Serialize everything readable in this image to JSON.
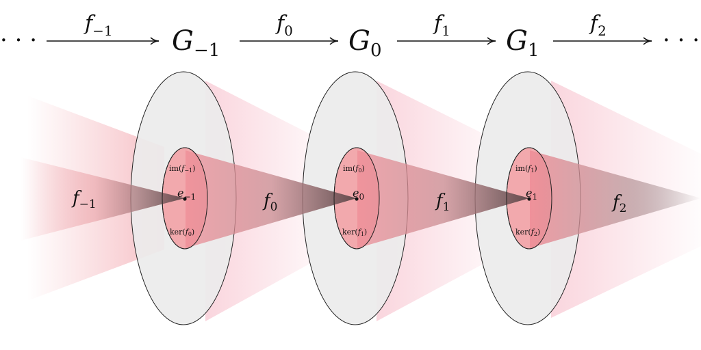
{
  "top_row": {
    "ellipsis_left": "· · ·",
    "ellipsis_right": "· · ·",
    "groups": [
      {
        "base": "G",
        "sub": "−1"
      },
      {
        "base": "G",
        "sub": "0"
      },
      {
        "base": "G",
        "sub": "1"
      }
    ],
    "arrows": [
      {
        "base": "f",
        "sub": "−1"
      },
      {
        "base": "f",
        "sub": "0"
      },
      {
        "base": "f",
        "sub": "1"
      },
      {
        "base": "f",
        "sub": "2"
      }
    ]
  },
  "cones": [
    {
      "base": "f",
      "sub": "−1"
    },
    {
      "base": "f",
      "sub": "0"
    },
    {
      "base": "f",
      "sub": "1"
    },
    {
      "base": "f",
      "sub": "2"
    }
  ],
  "group_ellipses": [
    {
      "identity": {
        "base": "e",
        "sub": "−1"
      },
      "image": {
        "prefix": "im(",
        "base": "f",
        "sub": "−1",
        "suffix": ")"
      },
      "kernel": {
        "prefix": "ker(",
        "base": "f",
        "sub": "0",
        "suffix": ")"
      }
    },
    {
      "identity": {
        "base": "e",
        "sub": "0"
      },
      "image": {
        "prefix": "im(",
        "base": "f",
        "sub": "0",
        "suffix": ")"
      },
      "kernel": {
        "prefix": "ker(",
        "base": "f",
        "sub": "1",
        "suffix": ")"
      }
    },
    {
      "identity": {
        "base": "e",
        "sub": "1"
      },
      "image": {
        "prefix": "im(",
        "base": "f",
        "sub": "1",
        "suffix": ")"
      },
      "kernel": {
        "prefix": "ker(",
        "base": "f",
        "sub": "2",
        "suffix": ")"
      }
    }
  ],
  "colors": {
    "outer_fill": "#ececec",
    "inner_fill": "#f2a9ad",
    "cone_red": "#ef8d97",
    "cone_dark": "#5a4648",
    "stroke": "#222222"
  }
}
